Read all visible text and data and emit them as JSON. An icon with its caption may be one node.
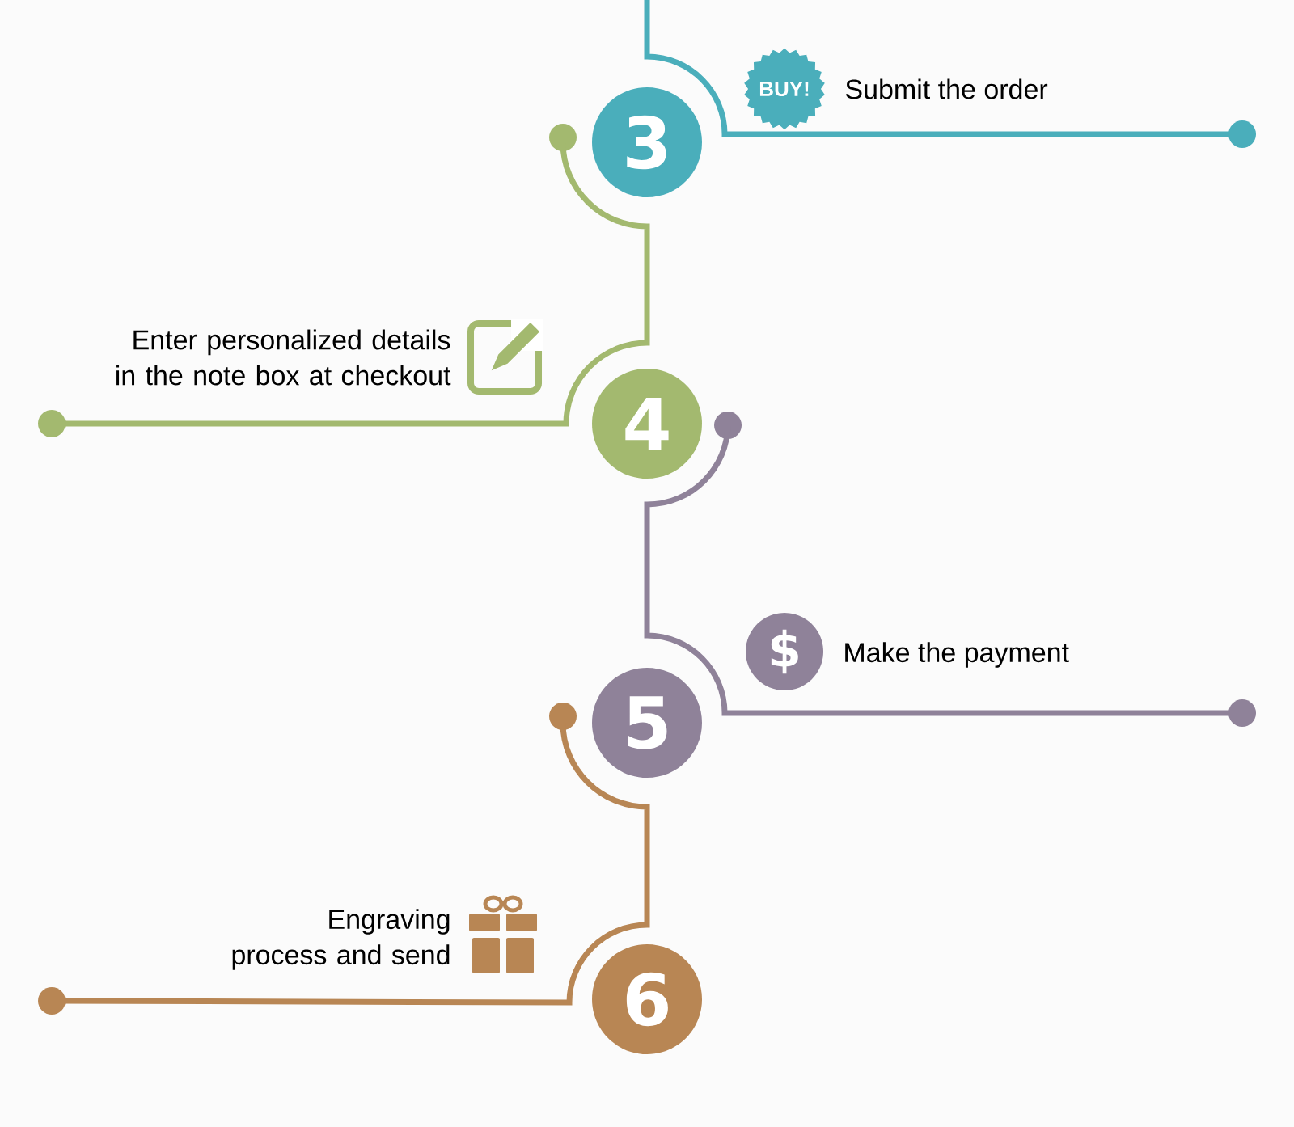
{
  "diagram": {
    "nodes": [
      {
        "text": [
          "BUY!"
        ]
      },
      {
        "text": [
          "3"
        ]
      },
      {
        "text": [
          "4"
        ]
      },
      {
        "text": [
          "$"
        ]
      },
      {
        "text": [
          "5"
        ]
      },
      {
        "text": [
          "6"
        ]
      }
    ],
    "labels": [
      "Submit the order",
      "Enter personalized details in the note box at checkout",
      "Make the payment",
      "Engraving process and send"
    ]
  }
}
